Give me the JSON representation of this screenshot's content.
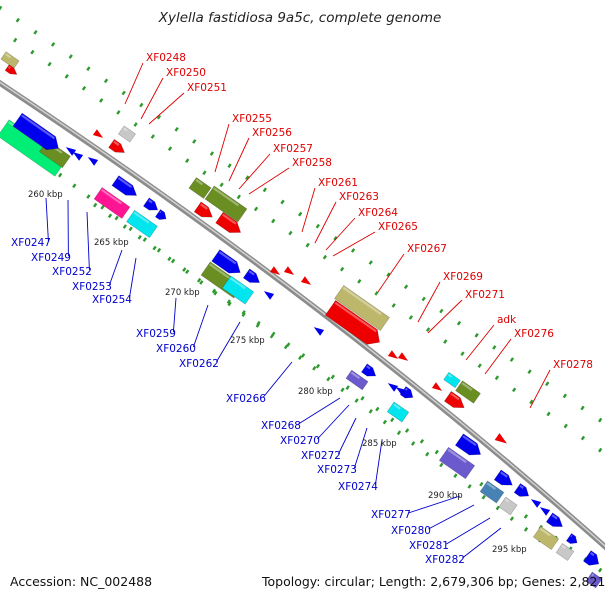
{
  "header": {
    "title": "Xylella fastidiosa 9a5c, complete genome"
  },
  "footer": {
    "accession": "Accession: NC_002488",
    "topology": "Topology: circular; Length: 2,679,306 bp; Genes: 2,821"
  },
  "colors": {
    "backbone": "#8c8c8c",
    "forward_label": "#dd0000",
    "reverse_label": "#0000cc",
    "tick": "#2e9a2e",
    "gene_red": "#ee0000",
    "gene_blue": "#0000ee",
    "gene_olive": "#6b8e23",
    "gene_khaki": "#bdb76b",
    "gene_cyan": "#00e5ee",
    "gene_gray": "#c8c8c8",
    "gene_slate": "#6a5acd",
    "gene_steel": "#4682b4",
    "gene_pink": "#ff1493",
    "gene_spring": "#00ee76"
  },
  "kbp_labels": [
    "260 kbp",
    "265 kbp",
    "270 kbp",
    "275 kbp",
    "280 kbp",
    "285 kbp",
    "290 kbp",
    "295 kbp"
  ],
  "forward_genes": [
    "XF0248",
    "XF0250",
    "XF0251",
    "XF0255",
    "XF0256",
    "XF0257",
    "XF0258",
    "XF0261",
    "XF0263",
    "XF0264",
    "XF0265",
    "XF0267",
    "XF0269",
    "XF0271",
    "adk",
    "XF0276",
    "XF0278"
  ],
  "reverse_genes": [
    "XF0247",
    "XF0249",
    "XF0252",
    "XF0253",
    "XF0254",
    "XF0259",
    "XF0260",
    "XF0262",
    "XF0266",
    "XF0268",
    "XF0270",
    "XF0272",
    "XF0273",
    "XF0274",
    "XF0277",
    "XF0280",
    "XF0281",
    "XF0282"
  ]
}
